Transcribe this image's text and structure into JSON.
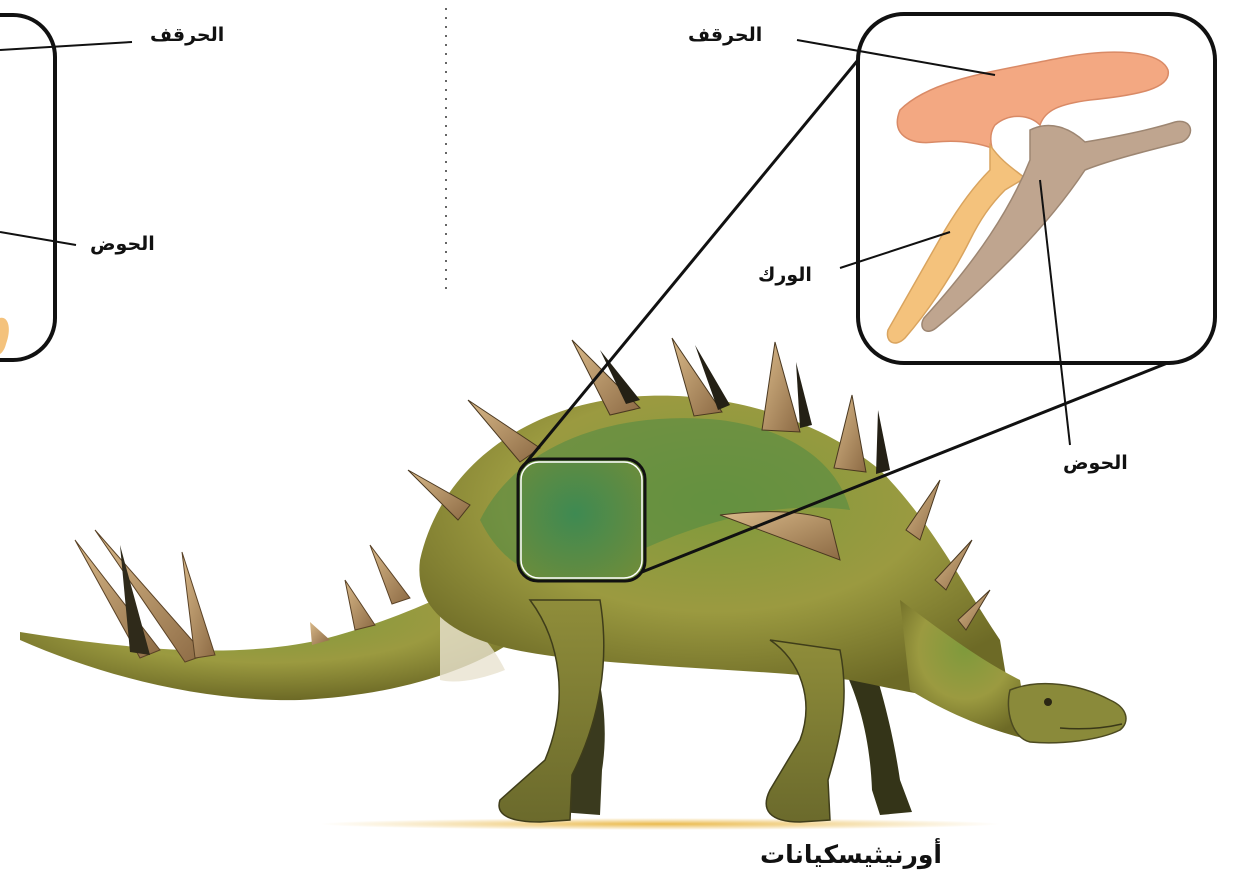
{
  "labels": {
    "left_ilium": "الحرقف",
    "left_pubis": "الحوض",
    "right_ilium": "الحرقف",
    "right_ischium": "الورك",
    "right_pubis": "الحوض"
  },
  "caption": "أورنيثيسكيانات",
  "colors": {
    "ilium": "#f3a882",
    "ischium": "#f4c27c",
    "pubis": "#bfa58f",
    "dino_body": "#9a9a3e",
    "dino_back": "#5e8a3a",
    "spike": "#b8956a",
    "ground": "#e8b33a"
  }
}
